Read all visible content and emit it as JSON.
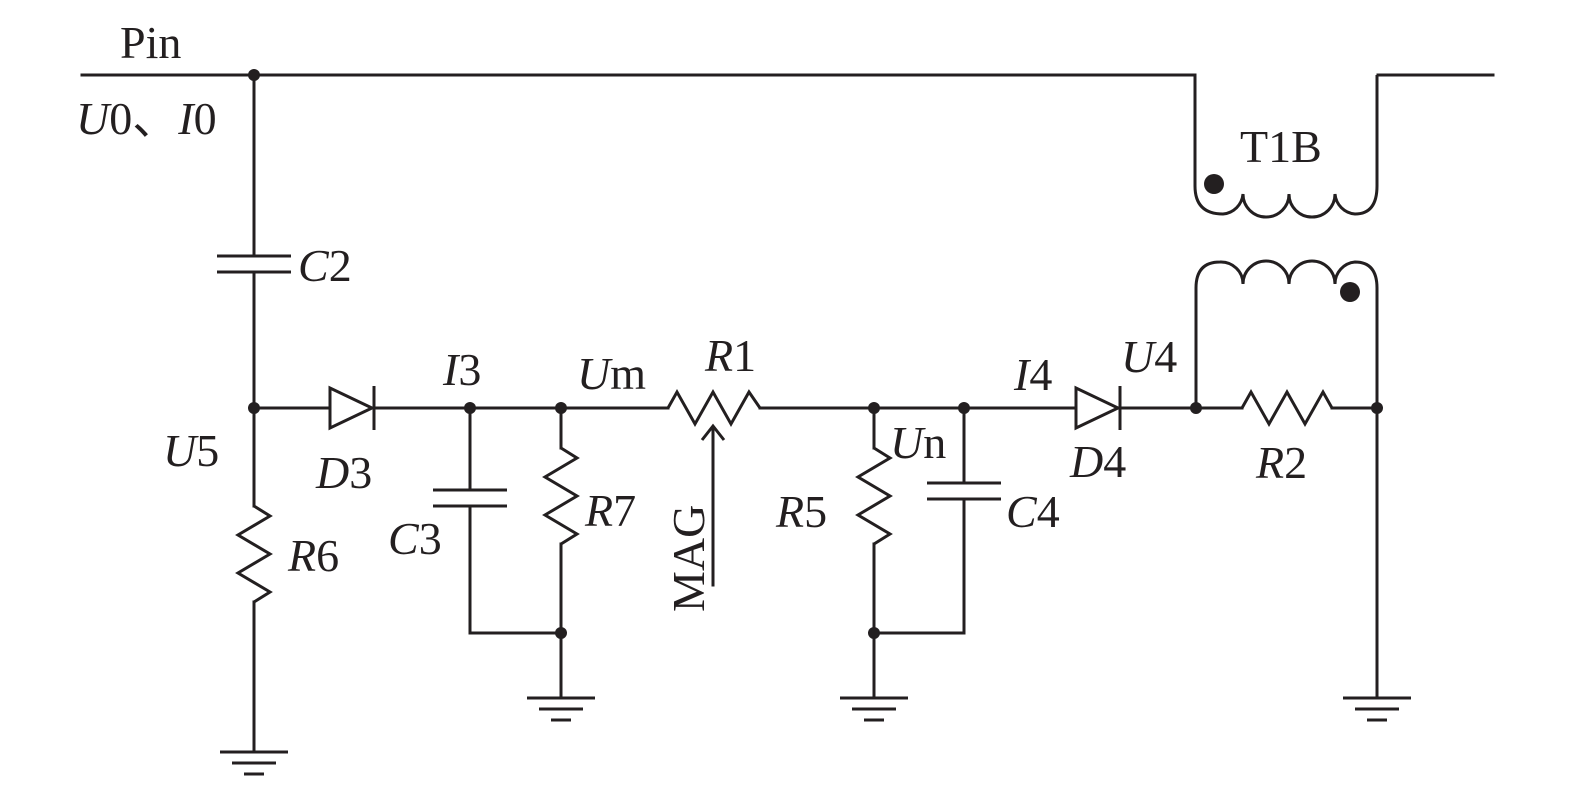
{
  "diagram": {
    "title": "",
    "colors": {
      "line": "#231f20",
      "background": "#ffffff"
    },
    "labels": {
      "pin": "Pin",
      "u0": "U",
      "u0_sub": "0、",
      "i0": "I",
      "i0_sub": "0",
      "c2": "C",
      "c2_sub": "2",
      "t1b": "T1B",
      "u5": "U",
      "u5_sub": "5",
      "d3": "D",
      "d3_sub": "3",
      "i3": "I",
      "i3_sub": "3",
      "um": "U",
      "um_sub": "m",
      "r1": "R",
      "r1_sub": "1",
      "mag": "MAG",
      "c3": "C",
      "c3_sub": "3",
      "r7": "R",
      "r7_sub": "7",
      "r6": "R",
      "r6_sub": "6",
      "r5": "R",
      "r5_sub": "5",
      "un": "U",
      "un_sub": "n",
      "c4": "C",
      "c4_sub": "4",
      "i4": "I",
      "i4_sub": "4",
      "d4": "D",
      "d4_sub": "4",
      "u4": "U",
      "u4_sub": "4",
      "r2": "R",
      "r2_sub": "2"
    }
  }
}
